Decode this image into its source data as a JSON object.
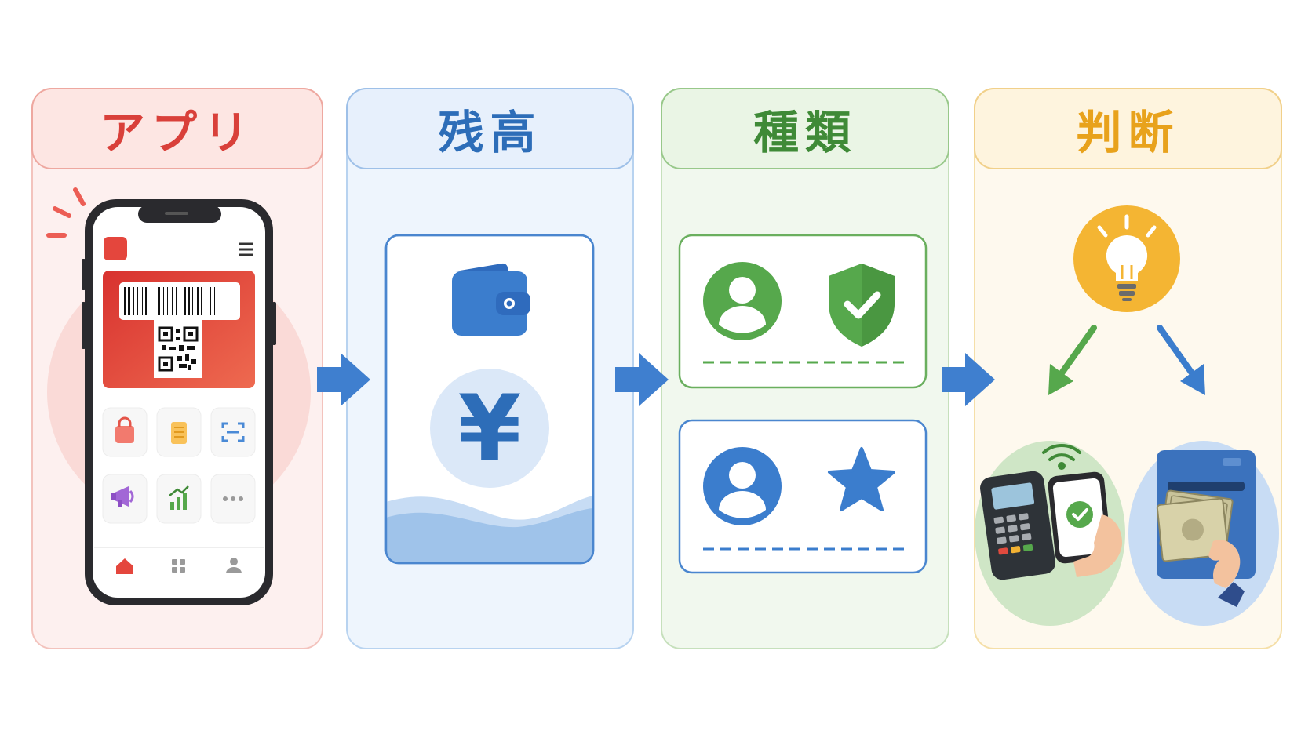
{
  "panels": [
    {
      "title": "アプリ"
    },
    {
      "title": "残高"
    },
    {
      "title": "種類"
    },
    {
      "title": "判断"
    }
  ],
  "balance": {
    "currency_symbol": "¥"
  },
  "app_icons": [
    "shopping-bag-icon",
    "receipt-icon",
    "scan-icon",
    "megaphone-icon",
    "chart-icon",
    "more-icon"
  ],
  "colors": {
    "red": "#d9403a",
    "blue": "#2d6db8",
    "green": "#3f8a37",
    "yellow": "#e8a21c",
    "arrow": "#3f7fcf"
  }
}
